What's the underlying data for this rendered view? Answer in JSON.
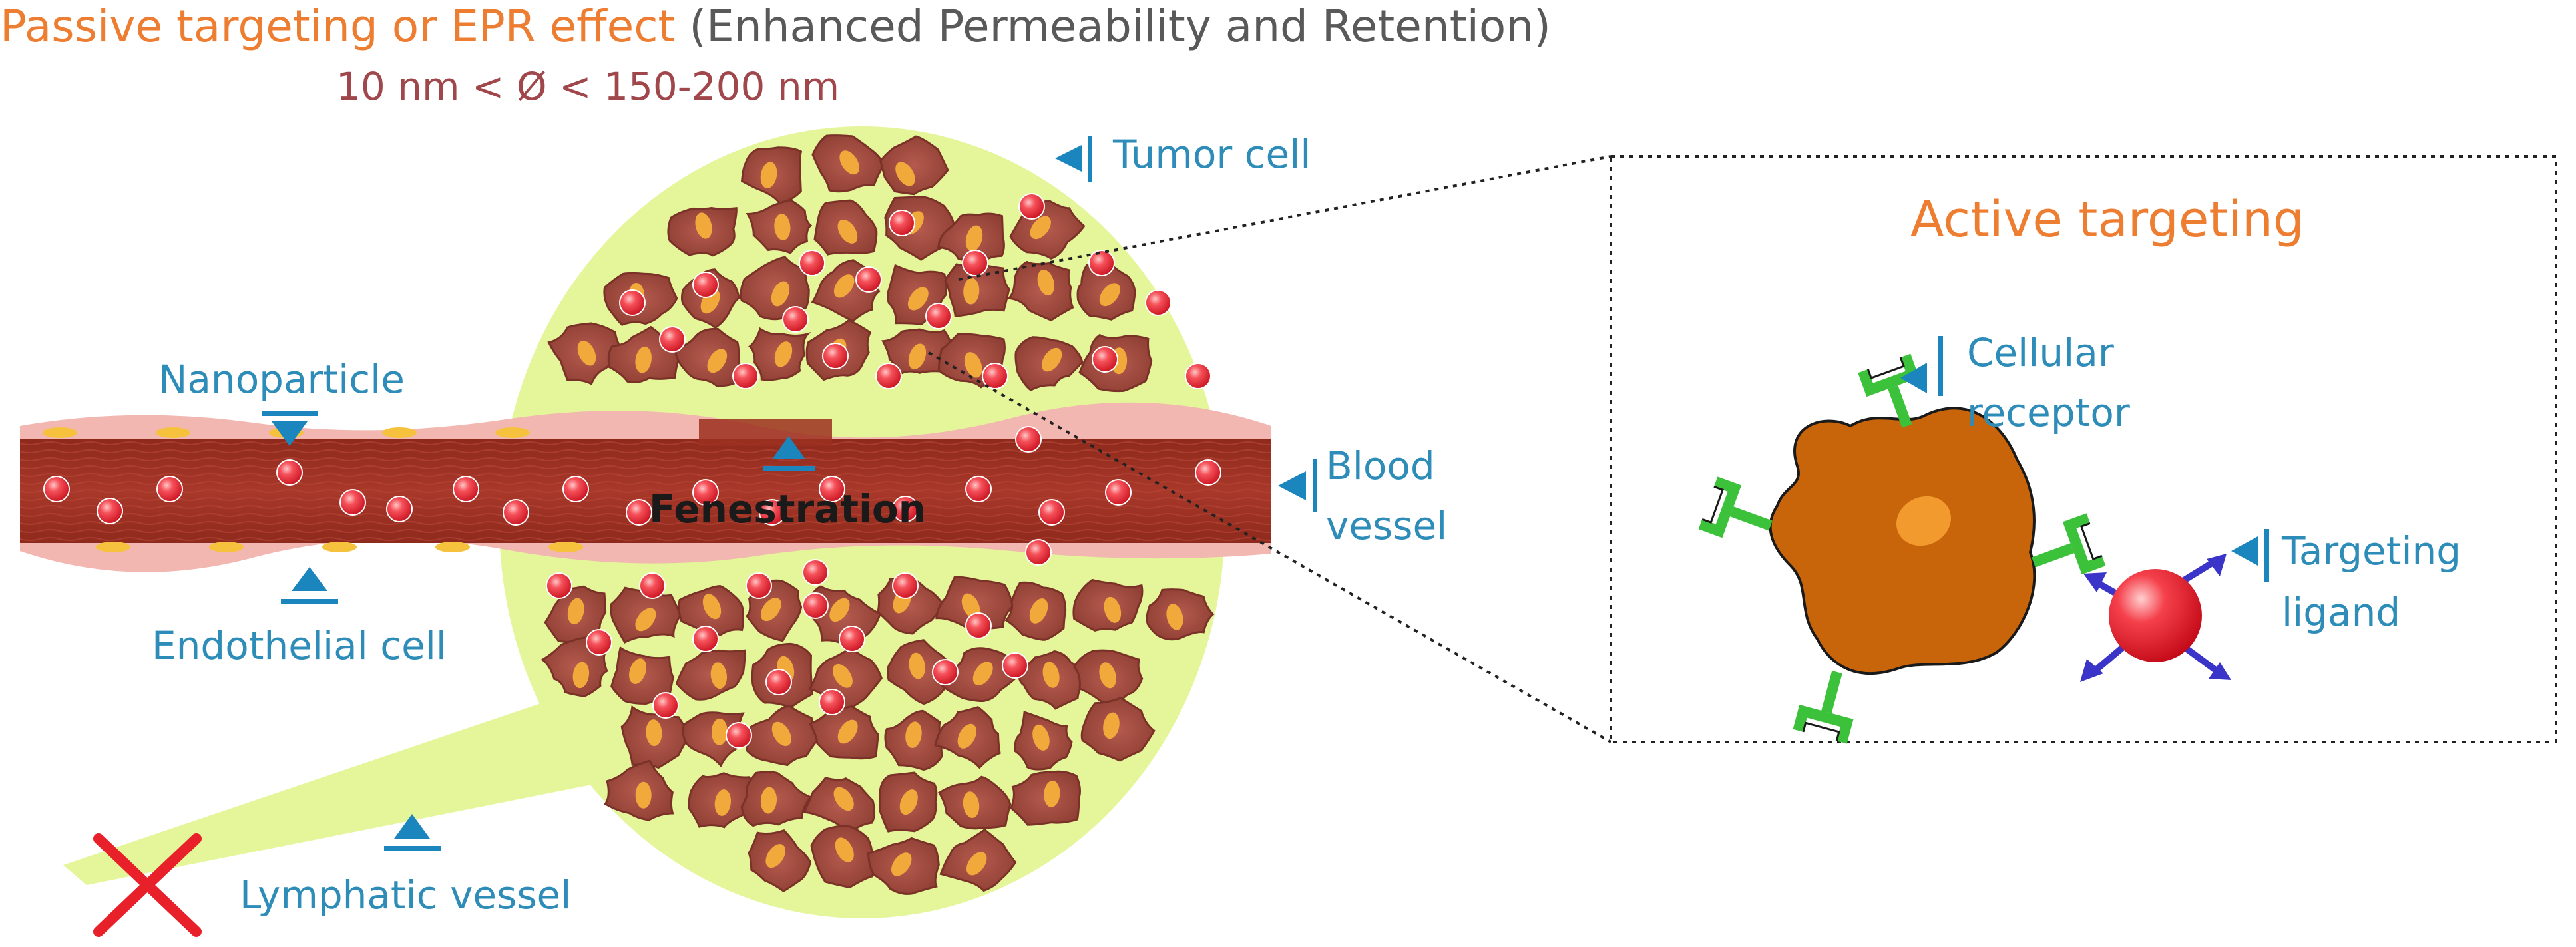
{
  "title": {
    "passive": "Passive targeting or EPR effect",
    "enhanced": " (Enhanced Permeability and Retention)",
    "size_range": "10 nm < Ø < 150-200 nm"
  },
  "labels": {
    "tumor_cell": "Tumor cell",
    "nanoparticle": "Nanoparticle",
    "blood_vessel_line1": "Blood",
    "blood_vessel_line2": "vessel",
    "fenestration": "Fenestration",
    "endothelial_cell": "Endothelial cell",
    "lymphatic_vessel": "Lymphatic vessel",
    "active_targeting": "Active targeting",
    "cellular_receptor_line1": "Cellular",
    "cellular_receptor_line2": "receptor",
    "targeting_ligand_line1": "Targeting",
    "targeting_ligand_line2": "ligand"
  },
  "colors": {
    "passive_orange": "#ED7D31",
    "enhanced_gray": "#595959",
    "size_maroon": "#A0474C",
    "label_blue": "#2E8CB8",
    "marker_blue": "#1B86BE",
    "tumor_halo": "#E4F59A",
    "tumor_cell": "#9C4A3F",
    "vessel": "#9C3020",
    "endothelium": "#F2B7B0",
    "nanoparticle": "#EE2B38",
    "cell_body": "#C8650A",
    "receptor": "#3CC13A",
    "ligand": "#3A34C8",
    "cross": "#E8202A"
  },
  "icons": {
    "pointer": "triangle-pointer-icon",
    "blocked": "red-x-icon"
  }
}
